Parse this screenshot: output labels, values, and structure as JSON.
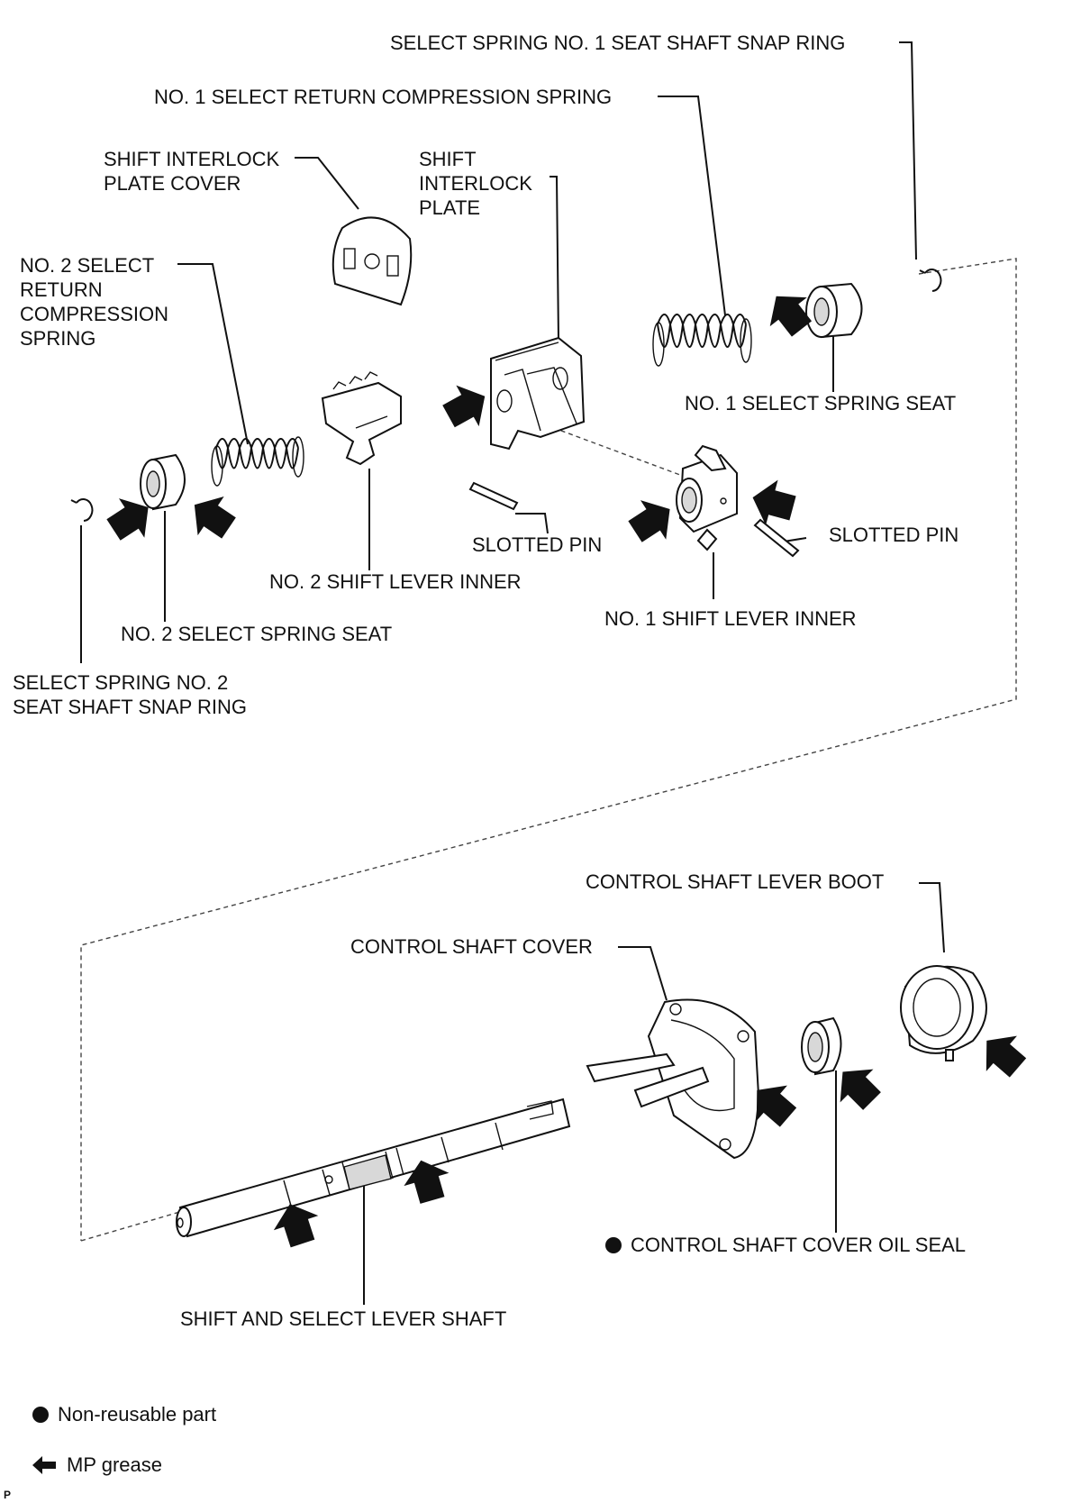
{
  "labels": {
    "snap_ring_1": "SELECT SPRING NO. 1 SEAT SHAFT SNAP RING",
    "return_spring_1": "NO. 1 SELECT RETURN COMPRESSION SPRING",
    "interlock_cover": [
      "SHIFT INTERLOCK",
      "PLATE COVER"
    ],
    "interlock_plate": [
      "SHIFT",
      "INTERLOCK",
      "PLATE"
    ],
    "return_spring_2": [
      "NO. 2 SELECT",
      "RETURN",
      "COMPRESSION",
      "SPRING"
    ],
    "spring_seat_1": "NO. 1 SELECT SPRING SEAT",
    "slotted_pin_a": "SLOTTED PIN",
    "slotted_pin_b": "SLOTTED PIN",
    "shift_lever_inner_2": "NO. 2 SHIFT LEVER INNER",
    "shift_lever_inner_1": "NO. 1 SHIFT LEVER INNER",
    "spring_seat_2": "NO. 2 SELECT SPRING SEAT",
    "snap_ring_2": [
      "SELECT SPRING NO. 2",
      "SEAT SHAFT SNAP RING"
    ],
    "lever_boot": "CONTROL SHAFT LEVER BOOT",
    "shaft_cover": "CONTROL SHAFT COVER",
    "oil_seal": "CONTROL SHAFT COVER OIL SEAL",
    "lever_shaft": "SHIFT AND SELECT LEVER SHAFT"
  },
  "legend": {
    "non_reusable": "Non-reusable part",
    "grease": "MP grease"
  },
  "corner_mark": "P"
}
